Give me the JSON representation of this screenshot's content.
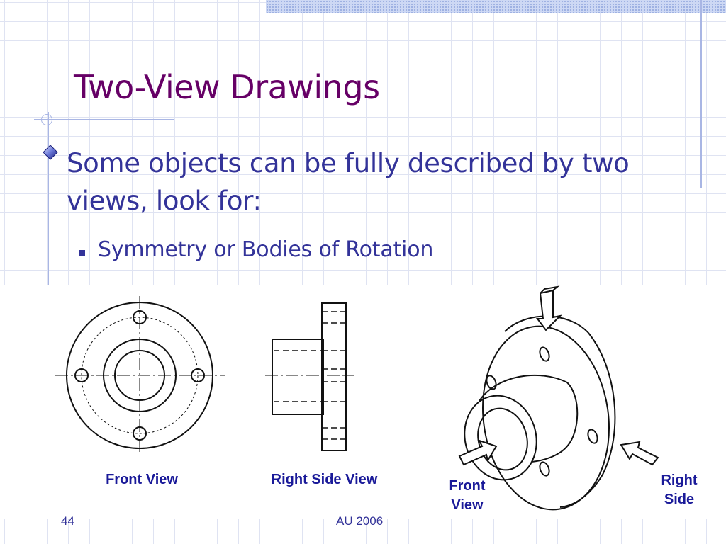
{
  "slide": {
    "title": "Two-View Drawings",
    "bullet_main": "Some objects can be fully described by two views, look for:",
    "bullet_sub": "Symmetry or Bodies of Rotation"
  },
  "figure": {
    "caption_front_view": "Front View",
    "caption_right_side_view": "Right Side View",
    "iso_label_front": "Front\nView",
    "iso_label_right": "Right\nSide"
  },
  "footer": {
    "slide_number": "44",
    "text": "AU 2006"
  },
  "colors": {
    "title": "#660066",
    "body_text": "#333399",
    "caption": "#1a1a99",
    "grid": "#dfe3f2",
    "accent_lines": "#a9b6e4"
  }
}
